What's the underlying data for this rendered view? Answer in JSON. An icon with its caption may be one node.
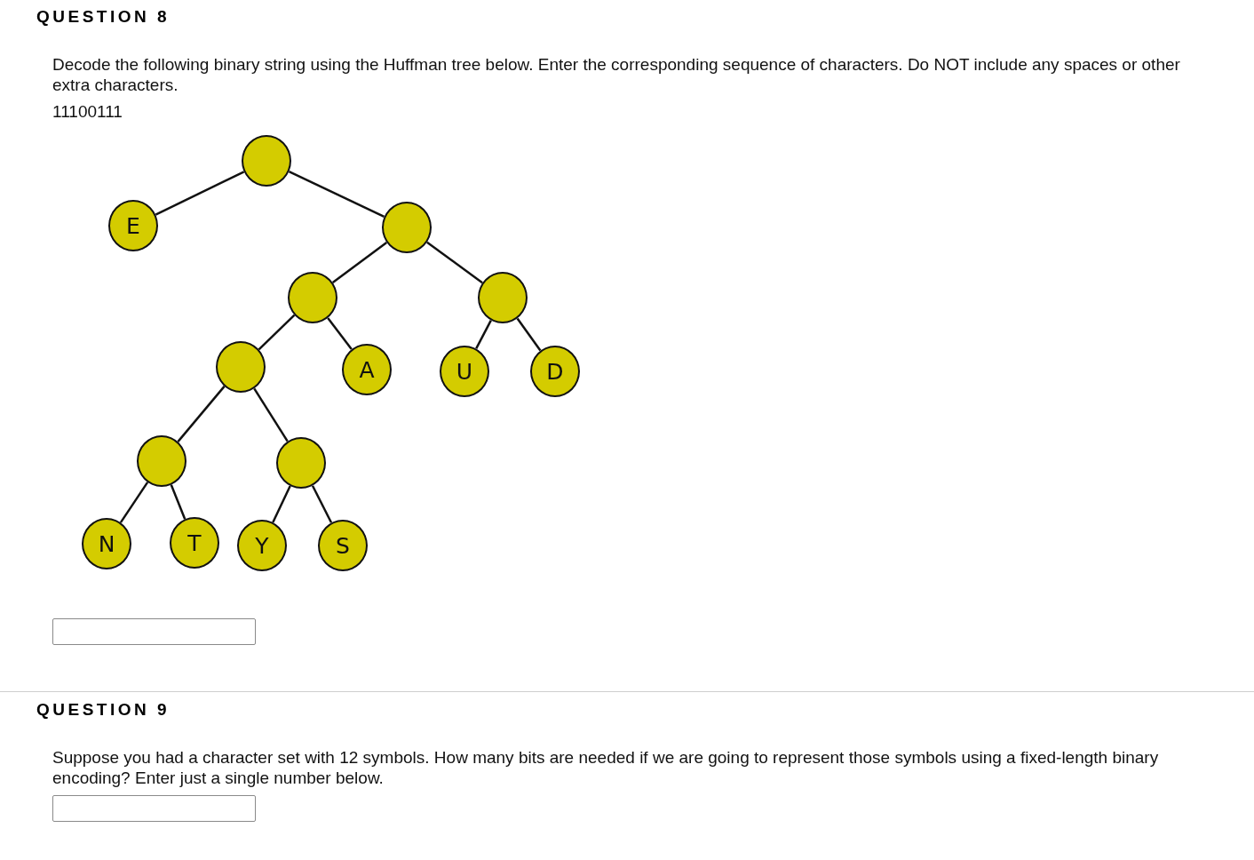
{
  "diagram": {
    "nodes": [
      {
        "text": [],
        "shape": "circle"
      },
      {
        "text": [
          "E"
        ]
      },
      {
        "text": [],
        "shape": "circle"
      },
      {
        "text": [],
        "shape": "circle"
      },
      {
        "text": [],
        "shape": "circle"
      },
      {
        "text": [],
        "shape": "circle"
      },
      {
        "text": [
          "A"
        ]
      },
      {
        "text": [
          "U"
        ]
      },
      {
        "text": [
          "D"
        ]
      },
      {
        "text": [],
        "shape": "circle"
      },
      {
        "text": [],
        "shape": "circle"
      },
      {
        "text": [
          "N"
        ]
      },
      {
        "text": [
          "T"
        ]
      },
      {
        "text": [
          "Y"
        ]
      },
      {
        "text": [
          "S"
        ]
      }
    ],
    "edges": [
      {
        "from": 0,
        "to": 1,
        "arrow": "none"
      },
      {
        "from": 0,
        "to": 2,
        "arrow": "none"
      },
      {
        "from": 2,
        "to": 3,
        "arrow": "none"
      },
      {
        "from": 2,
        "to": 4,
        "arrow": "none"
      },
      {
        "from": 3,
        "to": 5,
        "arrow": "none"
      },
      {
        "from": 3,
        "to": 6,
        "arrow": "none"
      },
      {
        "from": 4,
        "to": 7,
        "arrow": "none"
      },
      {
        "from": 4,
        "to": 8,
        "arrow": "none"
      },
      {
        "from": 5,
        "to": 9,
        "arrow": "none"
      },
      {
        "from": 5,
        "to": 10,
        "arrow": "none"
      },
      {
        "from": 9,
        "to": 11,
        "arrow": "none"
      },
      {
        "from": 9,
        "to": 12,
        "arrow": "none"
      },
      {
        "from": 10,
        "to": 13,
        "arrow": "none"
      },
      {
        "from": 10,
        "to": 14,
        "arrow": "none"
      }
    ],
    "labels": [
      "QUESTION 8",
      "Decode the following binary string using the Huffman tree below. Enter the corresponding sequence of characters. Do NOT include any spaces or other extra characters.",
      "11100111",
      "QUESTION 9",
      "Suppose you had a character set with 12 symbols. How many bits are needed if we are going to represent those symbols using a fixed-length binary encoding? Enter just a single number below."
    ]
  }
}
